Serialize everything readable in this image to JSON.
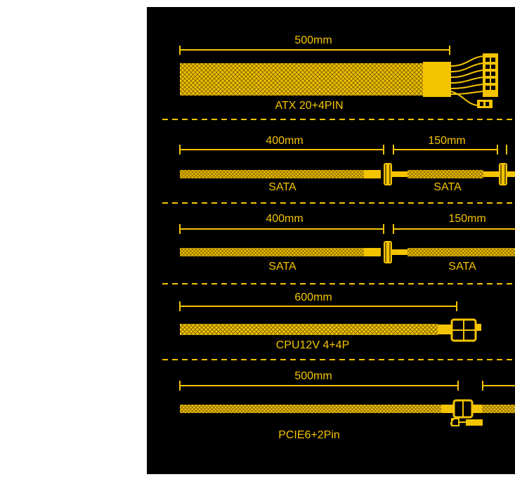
{
  "colors": {
    "background": "#000000",
    "cable": "#f5c400",
    "mesh_dark": "#8a6d00"
  },
  "cables": [
    {
      "name": "ATX",
      "length_labels": [
        "500mm"
      ],
      "connector_labels": [
        "ATX 20+4PIN"
      ]
    },
    {
      "name": "SATA-1",
      "length_labels": [
        "400mm",
        "150mm"
      ],
      "connector_labels": [
        "SATA",
        "SATA"
      ]
    },
    {
      "name": "SATA-2",
      "length_labels": [
        "400mm",
        "150mm"
      ],
      "connector_labels": [
        "SATA",
        "SATA"
      ]
    },
    {
      "name": "CPU",
      "length_labels": [
        "600mm"
      ],
      "connector_labels": [
        "CPU12V 4+4P"
      ]
    },
    {
      "name": "PCIE",
      "length_labels": [
        "500mm"
      ],
      "connector_labels": [
        "PCIE6+2Pin"
      ]
    }
  ]
}
